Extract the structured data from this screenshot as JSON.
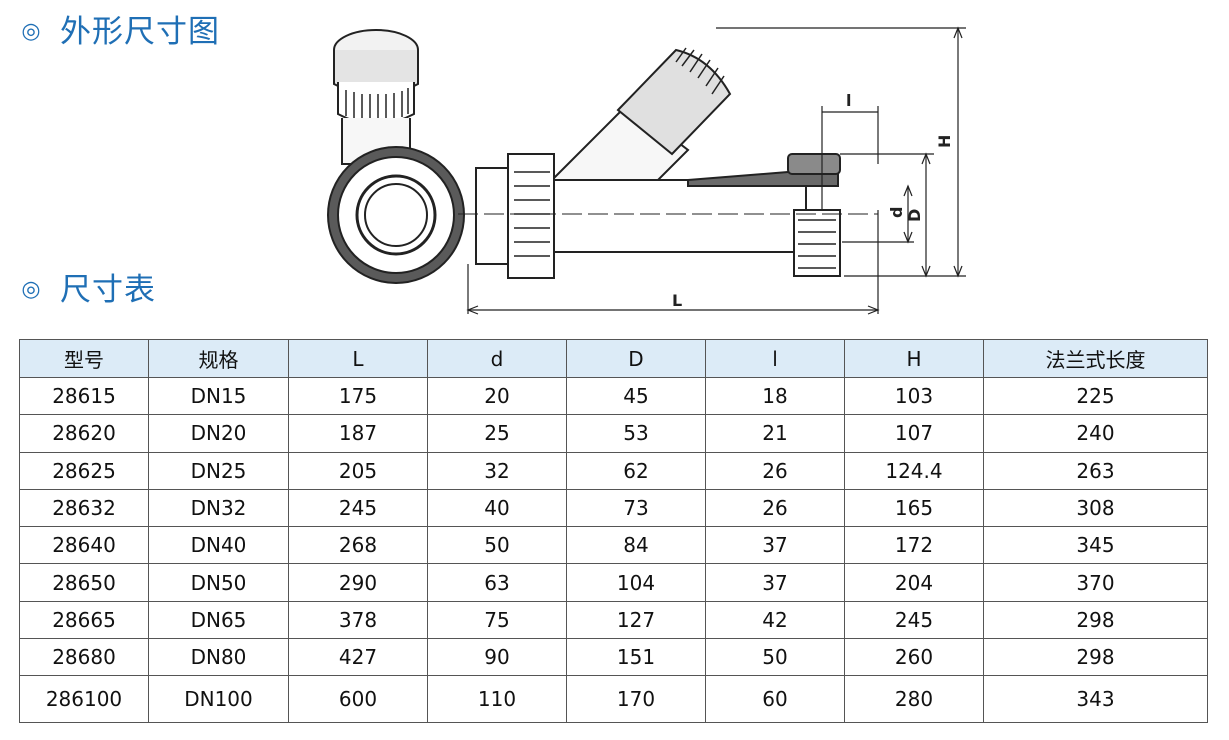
{
  "sections": {
    "drawing_title": "外形尺寸图",
    "table_title": "尺寸表",
    "bullet": "◎"
  },
  "drawing_labels": {
    "L": "L",
    "H": "H",
    "l": "l",
    "d": "d",
    "D": "D"
  },
  "table": {
    "headers": [
      "型号",
      "规格",
      "L",
      "d",
      "D",
      "l",
      "H",
      "法兰式长度"
    ],
    "rows": [
      [
        "28615",
        "DN15",
        "175",
        "20",
        "45",
        "18",
        "103",
        "225"
      ],
      [
        "28620",
        "DN20",
        "187",
        "25",
        "53",
        "21",
        "107",
        "240"
      ],
      [
        "28625",
        "DN25",
        "205",
        "32",
        "62",
        "26",
        "124.4",
        "263"
      ],
      [
        "28632",
        "DN32",
        "245",
        "40",
        "73",
        "26",
        "165",
        "308"
      ],
      [
        "28640",
        "DN40",
        "268",
        "50",
        "84",
        "37",
        "172",
        "345"
      ],
      [
        "28650",
        "DN50",
        "290",
        "63",
        "104",
        "37",
        "204",
        "370"
      ],
      [
        "28665",
        "DN65",
        "378",
        "75",
        "127",
        "42",
        "245",
        "298"
      ],
      [
        "28680",
        "DN80",
        "427",
        "90",
        "151",
        "50",
        "260",
        "298"
      ],
      [
        "286100",
        "DN100",
        "600",
        "110",
        "170",
        "60",
        "280",
        "343"
      ]
    ]
  },
  "colors": {
    "heading": "#1f6fb5",
    "header_bg": "#dcebf7",
    "border": "#555555"
  }
}
